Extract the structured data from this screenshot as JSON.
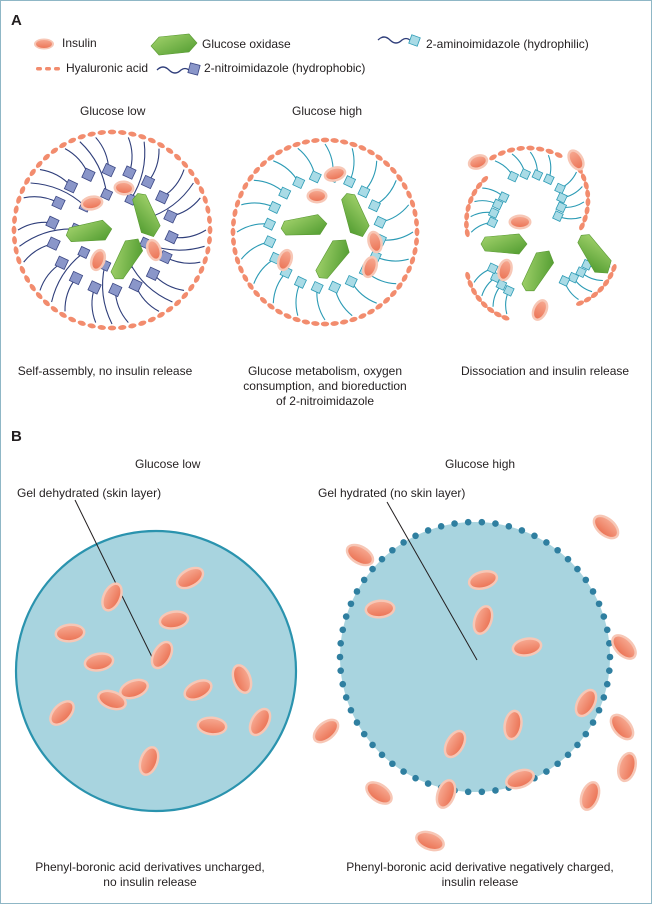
{
  "panel_a": {
    "label": "A",
    "legend": {
      "insulin": "Insulin",
      "glucose_oxidase": "Glucose oxidase",
      "aminoimidazole": "2-aminoimidazole (hydrophilic)",
      "hyaluronic_acid": "Hyaluronic acid",
      "nitroimidazole": "2-nitroimidazole (hydrophobic)"
    },
    "glucose_low": "Glucose low",
    "glucose_high": "Glucose high",
    "caption_1": "Self-assembly, no insulin release",
    "caption_2_line1": "Glucose metabolism, oxygen",
    "caption_2_line2": "consumption, and bioreduction",
    "caption_2_line3": "of 2-nitroimidazole",
    "caption_3": "Dissociation and insulin release"
  },
  "panel_b": {
    "label": "B",
    "glucose_low": "Glucose low",
    "glucose_high": "Glucose high",
    "gel_dehydrated": "Gel dehydrated (skin layer)",
    "gel_hydrated": "Gel hydrated (no skin layer)",
    "caption_left_line1": "Phenyl-boronic acid derivatives uncharged,",
    "caption_left_line2": "no insulin release",
    "caption_right_line1": "Phenyl-boronic acid derivative  negatively charged,",
    "caption_right_line2": "insulin release"
  },
  "colors": {
    "insulin_fill": "#f28c6e",
    "insulin_edge": "#f7c7b6",
    "glucose_oxidase": "#77b843",
    "nitro_square": "#8a96c9",
    "amino_square": "#a9dbe6",
    "amino_tail": "#2c9bb5",
    "nitro_tail": "#2f3e7a",
    "gel_fill": "#a8d4df",
    "gel_edge": "#2a93ae",
    "charge_dot": "#2f7fa0",
    "frame": "#8fb7c6"
  }
}
